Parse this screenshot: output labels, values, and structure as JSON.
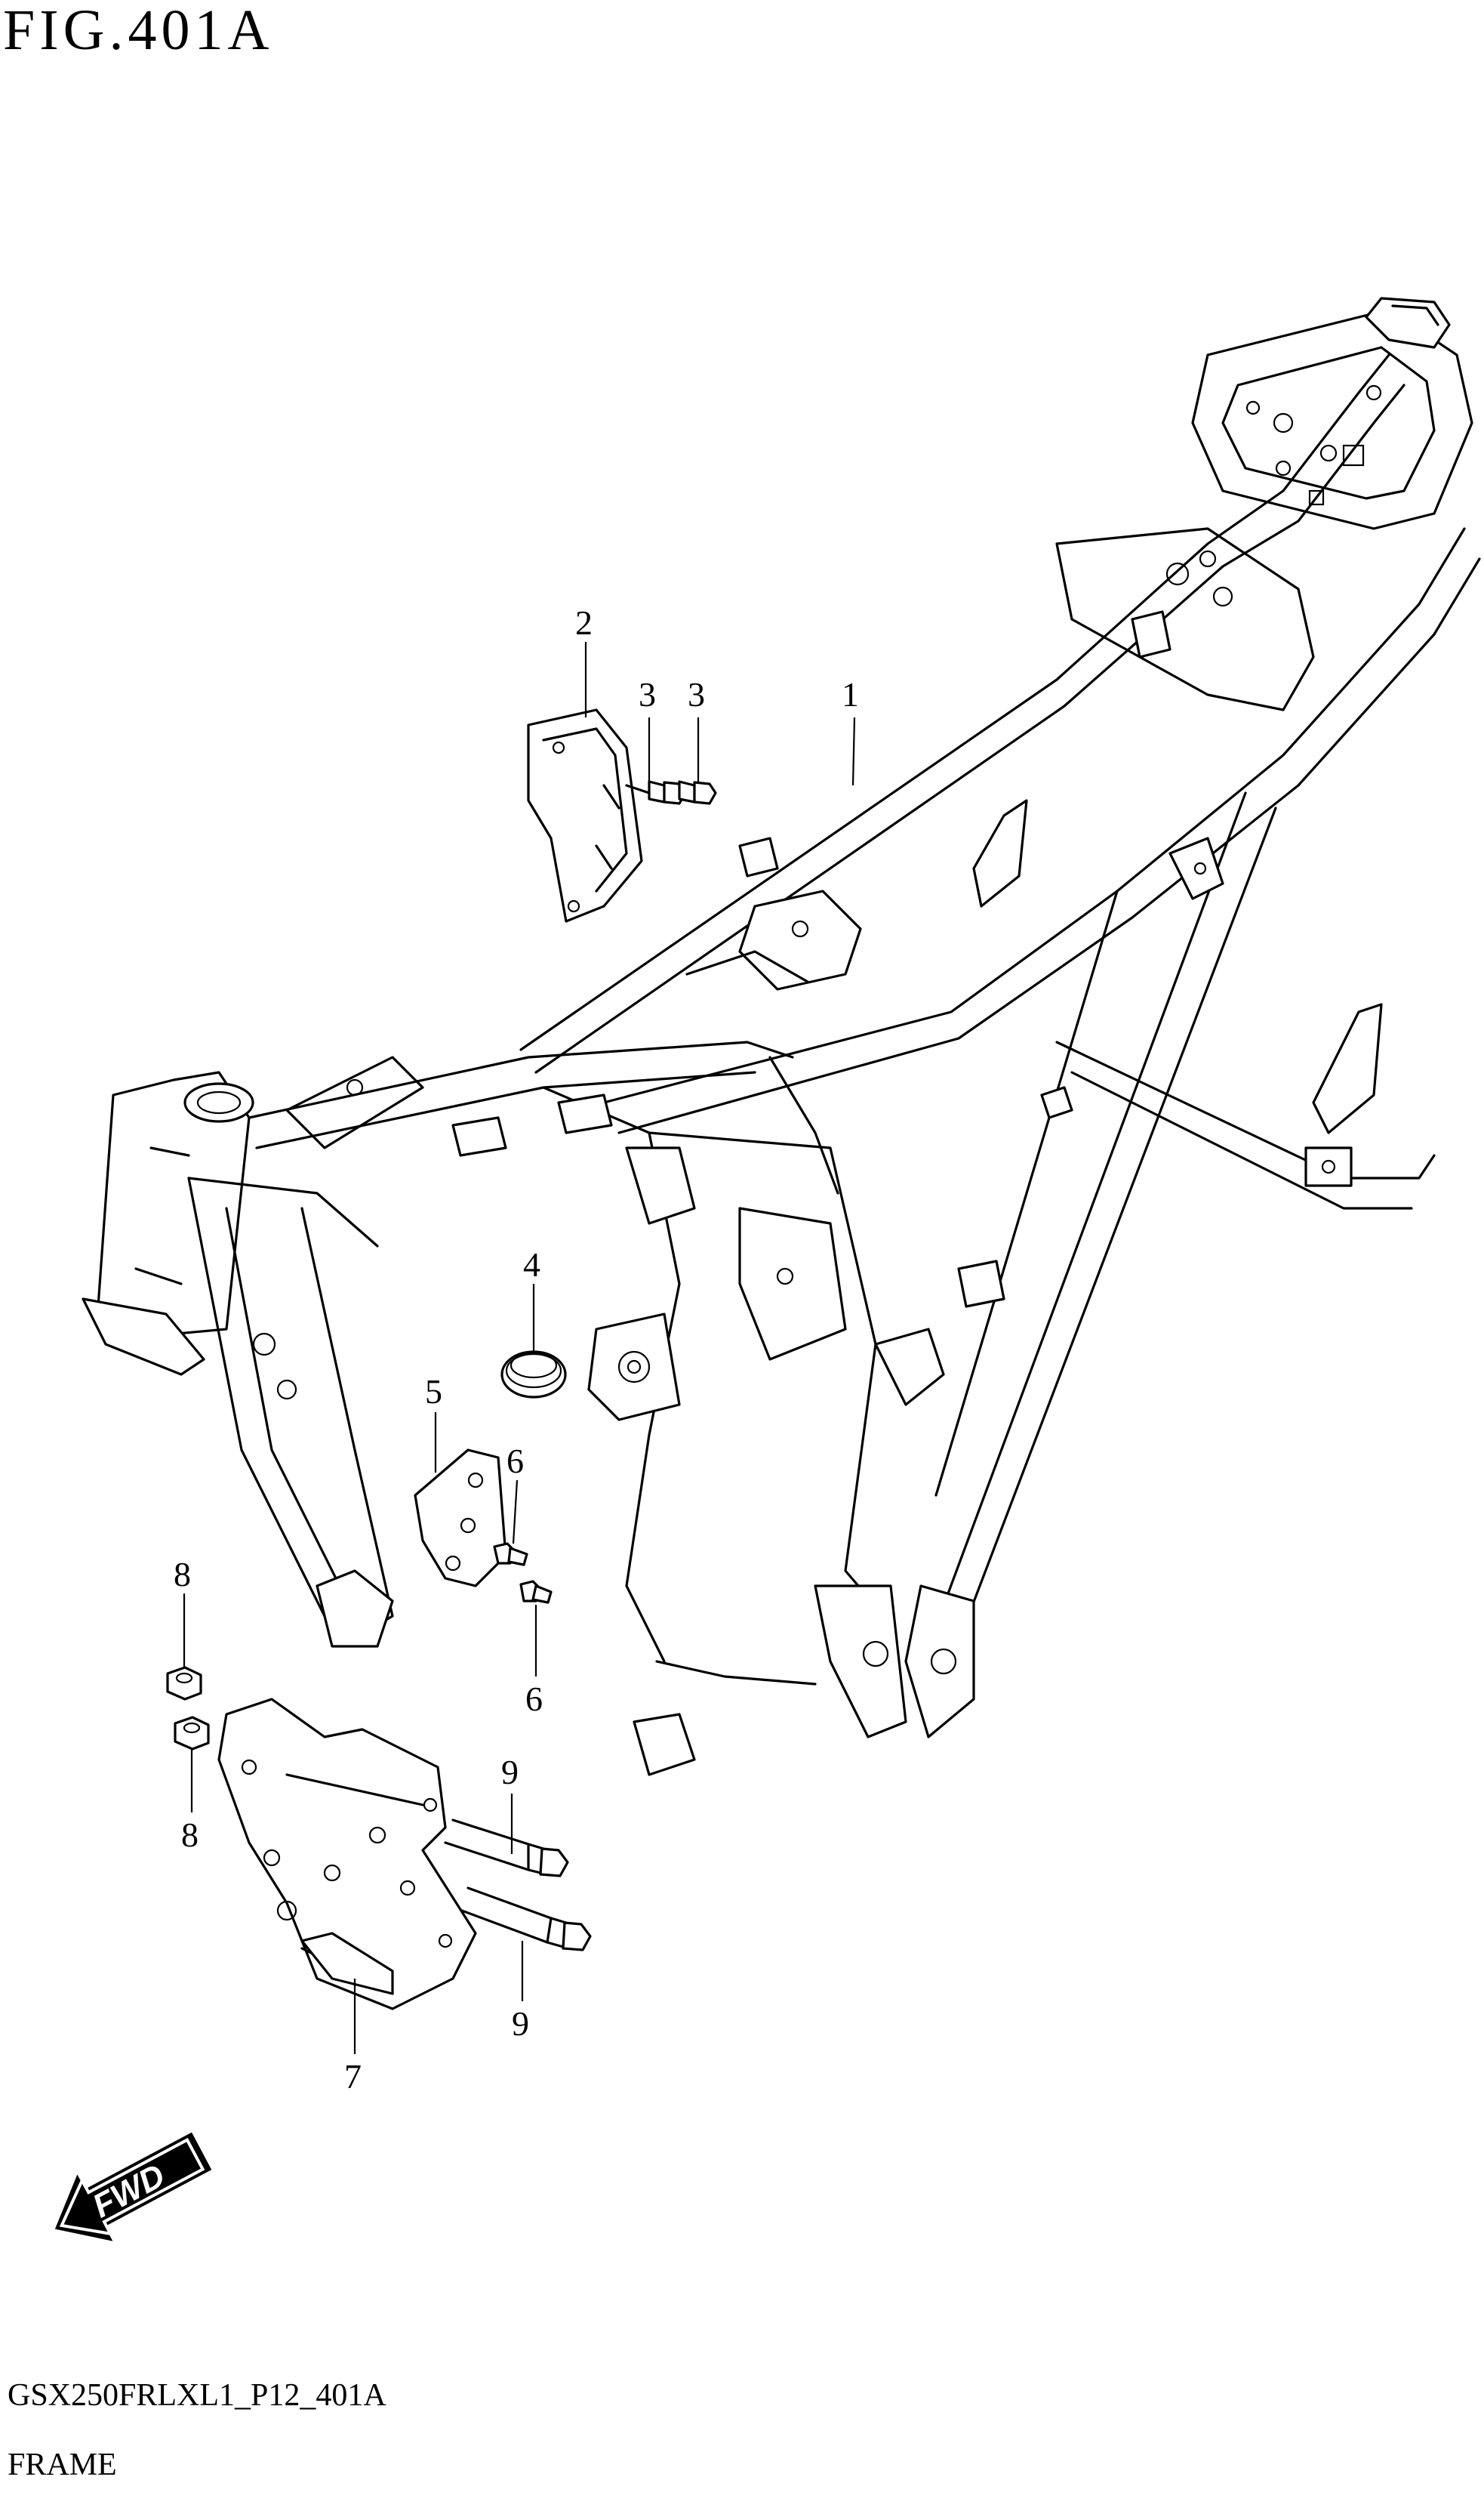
{
  "figure": {
    "title": "FIG.401A",
    "code": "GSX250FRLXL1_P12_401A",
    "name": "FRAME"
  },
  "callouts": [
    {
      "id": "c1",
      "text": "1"
    },
    {
      "id": "c2",
      "text": "2"
    },
    {
      "id": "c3a",
      "text": "3"
    },
    {
      "id": "c3b",
      "text": "3"
    },
    {
      "id": "c4",
      "text": "4"
    },
    {
      "id": "c5",
      "text": "5"
    },
    {
      "id": "c6a",
      "text": "6"
    },
    {
      "id": "c6b",
      "text": "6"
    },
    {
      "id": "c7",
      "text": "7"
    },
    {
      "id": "c8a",
      "text": "8"
    },
    {
      "id": "c8b",
      "text": "8"
    },
    {
      "id": "c9a",
      "text": "9"
    },
    {
      "id": "c9b",
      "text": "9"
    }
  ],
  "fwd_label": "FWD"
}
